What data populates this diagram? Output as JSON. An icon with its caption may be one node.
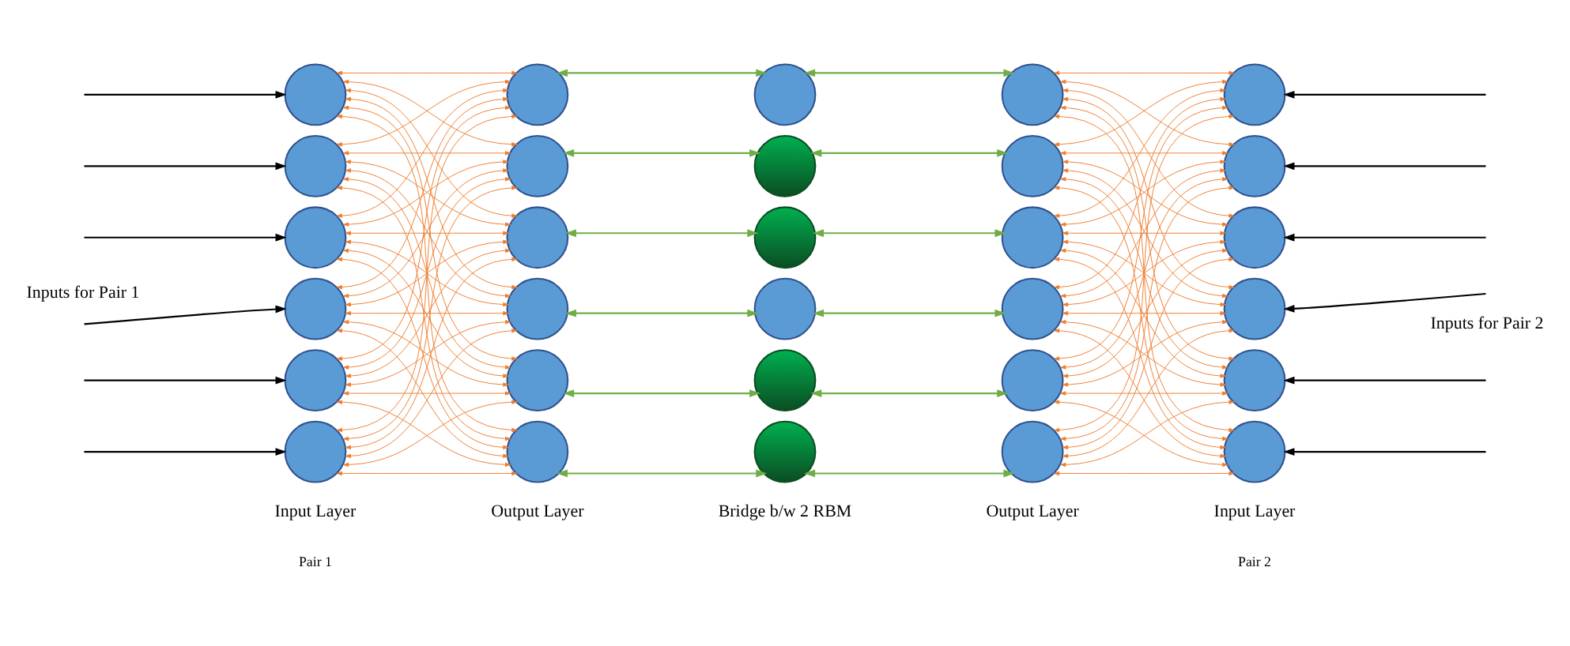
{
  "diagram": {
    "nodes": [
      {
        "text": [],
        "shape": "circle"
      },
      {
        "text": [],
        "shape": "circle"
      },
      {
        "text": [],
        "shape": "circle"
      },
      {
        "text": [],
        "shape": "circle"
      },
      {
        "text": [],
        "shape": "circle"
      },
      {
        "text": [],
        "shape": "circle"
      },
      {
        "text": [],
        "shape": "circle"
      },
      {
        "text": [],
        "shape": "circle"
      },
      {
        "text": [],
        "shape": "circle"
      },
      {
        "text": [],
        "shape": "circle"
      },
      {
        "text": [],
        "shape": "circle"
      },
      {
        "text": [],
        "shape": "circle"
      },
      {
        "text": [],
        "shape": "circle"
      },
      {
        "text": [],
        "shape": "circle"
      },
      {
        "text": [],
        "shape": "circle"
      },
      {
        "text": [],
        "shape": "circle"
      },
      {
        "text": [],
        "shape": "circle"
      },
      {
        "text": [],
        "shape": "circle"
      },
      {
        "text": [],
        "shape": "circle"
      },
      {
        "text": [],
        "shape": "circle"
      },
      {
        "text": [],
        "shape": "circle"
      },
      {
        "text": [],
        "shape": "circle"
      },
      {
        "text": [],
        "shape": "circle"
      },
      {
        "text": [],
        "shape": "circle"
      },
      {
        "text": [],
        "shape": "circle"
      },
      {
        "text": [],
        "shape": "circle"
      },
      {
        "text": [],
        "shape": "circle"
      },
      {
        "text": [],
        "shape": "circle"
      },
      {
        "text": [],
        "shape": "circle"
      },
      {
        "text": [],
        "shape": "circle"
      }
    ],
    "edges": [
      {
        "from": null,
        "to": 0,
        "arrow": "to",
        "color": "#000000"
      },
      {
        "from": null,
        "to": 1,
        "arrow": "to",
        "color": "#000000"
      },
      {
        "from": null,
        "to": 2,
        "arrow": "to",
        "color": "#000000"
      },
      {
        "from": null,
        "to": 3,
        "arrow": "to",
        "color": "#000000"
      },
      {
        "from": null,
        "to": 4,
        "arrow": "to",
        "color": "#000000"
      },
      {
        "from": null,
        "to": 5,
        "arrow": "to",
        "color": "#000000"
      },
      {
        "from": 0,
        "to": 6,
        "arrow": "both"
      },
      {
        "from": 0,
        "to": 7,
        "arrow": "both"
      },
      {
        "from": 0,
        "to": 8,
        "arrow": "both"
      },
      {
        "from": 0,
        "to": 9,
        "arrow": "both"
      },
      {
        "from": 0,
        "to": 10,
        "arrow": "both"
      },
      {
        "from": 0,
        "to": 11,
        "arrow": "both"
      },
      {
        "from": 1,
        "to": 6,
        "arrow": "both"
      },
      {
        "from": 1,
        "to": 7,
        "arrow": "both"
      },
      {
        "from": 1,
        "to": 8,
        "arrow": "both"
      },
      {
        "from": 1,
        "to": 9,
        "arrow": "both"
      },
      {
        "from": 1,
        "to": 10,
        "arrow": "both"
      },
      {
        "from": 1,
        "to": 11,
        "arrow": "both"
      },
      {
        "from": 2,
        "to": 6,
        "arrow": "both"
      },
      {
        "from": 2,
        "to": 7,
        "arrow": "both"
      },
      {
        "from": 2,
        "to": 8,
        "arrow": "both"
      },
      {
        "from": 2,
        "to": 9,
        "arrow": "both"
      },
      {
        "from": 2,
        "to": 10,
        "arrow": "both"
      },
      {
        "from": 2,
        "to": 11,
        "arrow": "both"
      },
      {
        "from": 3,
        "to": 6,
        "arrow": "both"
      },
      {
        "from": 3,
        "to": 7,
        "arrow": "both"
      },
      {
        "from": 3,
        "to": 8,
        "arrow": "both"
      },
      {
        "from": 3,
        "to": 9,
        "arrow": "both"
      },
      {
        "from": 3,
        "to": 10,
        "arrow": "both"
      },
      {
        "from": 3,
        "to": 11,
        "arrow": "both"
      },
      {
        "from": 4,
        "to": 6,
        "arrow": "both"
      },
      {
        "from": 4,
        "to": 7,
        "arrow": "both"
      },
      {
        "from": 4,
        "to": 8,
        "arrow": "both"
      },
      {
        "from": 4,
        "to": 9,
        "arrow": "both"
      },
      {
        "from": 4,
        "to": 10,
        "arrow": "both"
      },
      {
        "from": 4,
        "to": 11,
        "arrow": "both"
      },
      {
        "from": 5,
        "to": 6,
        "arrow": "both"
      },
      {
        "from": 5,
        "to": 7,
        "arrow": "both"
      },
      {
        "from": 5,
        "to": 8,
        "arrow": "both"
      },
      {
        "from": 5,
        "to": 9,
        "arrow": "both"
      },
      {
        "from": 5,
        "to": 10,
        "arrow": "both"
      },
      {
        "from": 5,
        "to": 11,
        "arrow": "both"
      },
      {
        "from": 6,
        "to": 12,
        "arrow": "both",
        "color": "#70ad47"
      },
      {
        "from": 7,
        "to": 13,
        "arrow": "both",
        "color": "#70ad47"
      },
      {
        "from": 8,
        "to": 14,
        "arrow": "both",
        "color": "#70ad47"
      },
      {
        "from": 9,
        "to": 15,
        "arrow": "both",
        "color": "#70ad47"
      },
      {
        "from": 10,
        "to": 16,
        "arrow": "both",
        "color": "#70ad47"
      },
      {
        "from": 11,
        "to": 17,
        "arrow": "both",
        "color": "#70ad47"
      },
      {
        "from": 12,
        "to": 18,
        "arrow": "both",
        "color": "#70ad47"
      },
      {
        "from": 13,
        "to": 19,
        "arrow": "both",
        "color": "#70ad47"
      },
      {
        "from": 14,
        "to": 20,
        "arrow": "both",
        "color": "#70ad47"
      },
      {
        "from": 15,
        "to": 21,
        "arrow": "both",
        "color": "#70ad47"
      },
      {
        "from": 16,
        "to": 22,
        "arrow": "both",
        "color": "#70ad47"
      },
      {
        "from": 17,
        "to": 23,
        "arrow": "both",
        "color": "#70ad47"
      },
      {
        "from": 18,
        "to": 24,
        "arrow": "both"
      },
      {
        "from": 18,
        "to": 25,
        "arrow": "both"
      },
      {
        "from": 18,
        "to": 26,
        "arrow": "both"
      },
      {
        "from": 18,
        "to": 27,
        "arrow": "both"
      },
      {
        "from": 18,
        "to": 28,
        "arrow": "both"
      },
      {
        "from": 18,
        "to": 29,
        "arrow": "both"
      },
      {
        "from": 19,
        "to": 24,
        "arrow": "both"
      },
      {
        "from": 19,
        "to": 25,
        "arrow": "both"
      },
      {
        "from": 19,
        "to": 26,
        "arrow": "both"
      },
      {
        "from": 19,
        "to": 27,
        "arrow": "both"
      },
      {
        "from": 19,
        "to": 28,
        "arrow": "both"
      },
      {
        "from": 19,
        "to": 29,
        "arrow": "both"
      },
      {
        "from": 20,
        "to": 24,
        "arrow": "both"
      },
      {
        "from": 20,
        "to": 25,
        "arrow": "both"
      },
      {
        "from": 20,
        "to": 26,
        "arrow": "both"
      },
      {
        "from": 20,
        "to": 27,
        "arrow": "both"
      },
      {
        "from": 20,
        "to": 28,
        "arrow": "both"
      },
      {
        "from": 20,
        "to": 29,
        "arrow": "both"
      },
      {
        "from": 21,
        "to": 24,
        "arrow": "both"
      },
      {
        "from": 21,
        "to": 25,
        "arrow": "both"
      },
      {
        "from": 21,
        "to": 26,
        "arrow": "both"
      },
      {
        "from": 21,
        "to": 27,
        "arrow": "both"
      },
      {
        "from": 21,
        "to": 28,
        "arrow": "both"
      },
      {
        "from": 21,
        "to": 29,
        "arrow": "both"
      },
      {
        "from": 22,
        "to": 24,
        "arrow": "both"
      },
      {
        "from": 22,
        "to": 25,
        "arrow": "both"
      },
      {
        "from": 22,
        "to": 26,
        "arrow": "both"
      },
      {
        "from": 22,
        "to": 27,
        "arrow": "both"
      },
      {
        "from": 22,
        "to": 28,
        "arrow": "both"
      },
      {
        "from": 22,
        "to": 29,
        "arrow": "both"
      },
      {
        "from": 23,
        "to": 24,
        "arrow": "both"
      },
      {
        "from": 23,
        "to": 25,
        "arrow": "both"
      },
      {
        "from": 23,
        "to": 26,
        "arrow": "both"
      },
      {
        "from": 23,
        "to": 27,
        "arrow": "both"
      },
      {
        "from": 23,
        "to": 28,
        "arrow": "both"
      },
      {
        "from": 23,
        "to": 29,
        "arrow": "both"
      },
      {
        "from": null,
        "to": 24,
        "arrow": "to",
        "color": "#000000"
      },
      {
        "from": null,
        "to": 25,
        "arrow": "to",
        "color": "#000000"
      },
      {
        "from": null,
        "to": 26,
        "arrow": "to",
        "color": "#000000"
      },
      {
        "from": null,
        "to": 27,
        "arrow": "to",
        "color": "#000000"
      },
      {
        "from": null,
        "to": 28,
        "arrow": "to",
        "color": "#000000"
      },
      {
        "from": null,
        "to": 29,
        "arrow": "to",
        "color": "#000000"
      }
    ],
    "labels": [
      "Inputs for Pair 1",
      "Input Layer",
      "Output Layer",
      "Bridge b/w 2 RBM",
      "Output Layer",
      "Input Layer",
      "Inputs for Pair 2",
      "Pair 1",
      "Pair 2"
    ]
  }
}
